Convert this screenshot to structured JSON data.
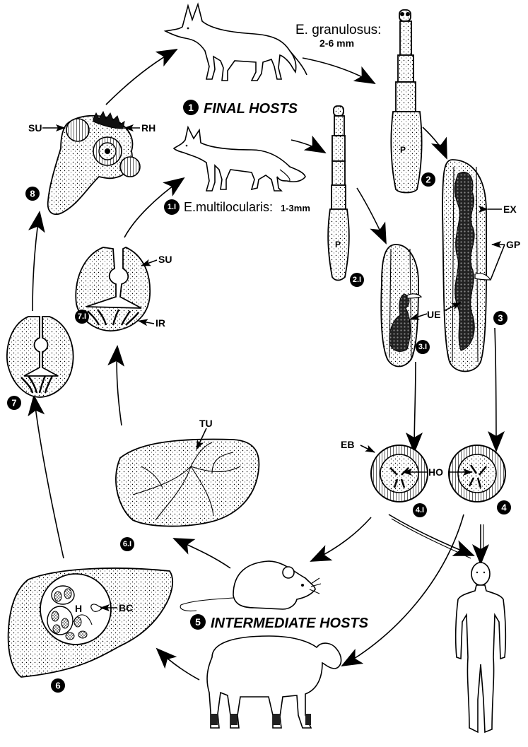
{
  "diagram": {
    "subject": "Echinococcus life cycle",
    "sections": {
      "final_hosts": {
        "number": "1",
        "label": "FINAL HOSTS"
      },
      "intermediate_hosts": {
        "number": "5",
        "label": "INTERMEDIATE HOSTS"
      }
    },
    "species": [
      {
        "id": "granulosus",
        "name": "E. granulosus:",
        "size": "2-6 mm",
        "host": "dog"
      },
      {
        "id": "multilocularis",
        "badge": "1.I",
        "name": "E.multilocularis:",
        "size": "1-3mm",
        "host": "fox"
      }
    ],
    "badges": {
      "b1": "1",
      "b1i": "1.I",
      "b2": "2",
      "b2i": "2.I",
      "b3": "3",
      "b3i": "3.I",
      "b4": "4",
      "b4i": "4.I",
      "b5": "5",
      "b6": "6",
      "b6i": "6.I",
      "b7": "7",
      "b7i": "7.I",
      "b8": "8"
    },
    "labels": {
      "proglottid_granulosus": "P",
      "proglottid_multilocularis": "P",
      "excretory": "EX",
      "genital_pore": "GP",
      "uterus_eggs": "UE",
      "embryophore": "EB",
      "hooks": "HO",
      "tumor": "TU",
      "hydatid": "H",
      "brood_capsule": "BC",
      "sucker_protoscolex": "SU",
      "invaginated_rostellum": "IR",
      "sucker_scolex": "SU",
      "rostellar_hooks": "RH"
    },
    "hosts": [
      "dog",
      "fox",
      "mouse",
      "sheep",
      "human"
    ]
  }
}
